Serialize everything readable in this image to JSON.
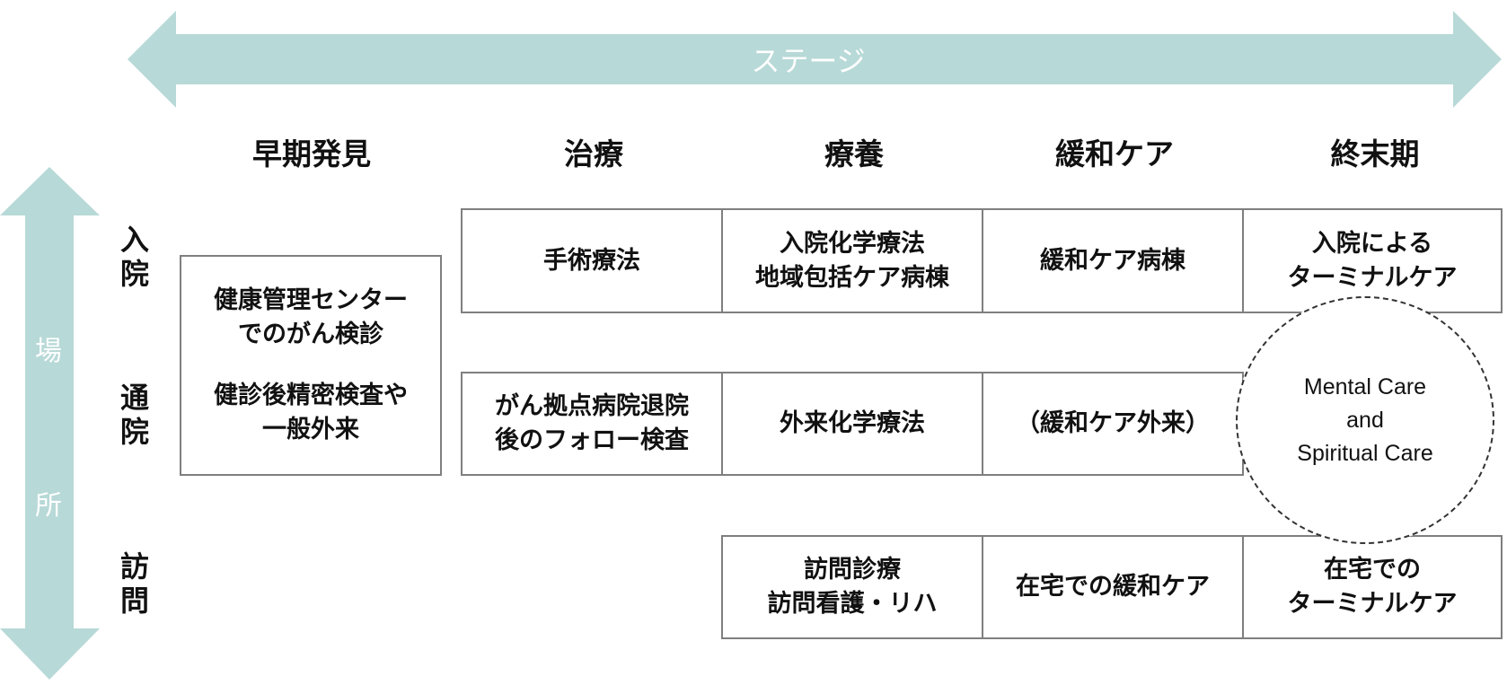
{
  "stage_axis": {
    "label": "ステージ",
    "color": "#b7d9d7"
  },
  "place_axis": {
    "label_part1": "場",
    "label_part2": "所",
    "color": "#b7d9d7"
  },
  "stages": [
    "早期発見",
    "治療",
    "療養",
    "緩和ケア",
    "終末期"
  ],
  "places": [
    "入\n院",
    "通\n院",
    "訪\n問"
  ],
  "early_detection_box": {
    "line1": "健康管理センター",
    "line2": "でのがん検診",
    "line3": "健診後精密検査や",
    "line4": "一般外来"
  },
  "inpatient_row": {
    "treatment": "手術療法",
    "recuperation_line1": "入院化学療法",
    "recuperation_line2": "地域包括ケア病棟",
    "palliative": "緩和ケア病棟",
    "terminal_line1": "入院による",
    "terminal_line2": "ターミナルケア"
  },
  "outpatient_row": {
    "treatment_line1": "がん拠点病院退院",
    "treatment_line2": "後のフォロー検査",
    "recuperation": "外来化学療法",
    "palliative": "（緩和ケア外来）"
  },
  "visit_row": {
    "recuperation_line1": "訪問診療",
    "recuperation_line2": "訪問看護・リハ",
    "palliative": "在宅での緩和ケア",
    "terminal_line1": "在宅での",
    "terminal_line2": "ターミナルケア"
  },
  "mental_care": {
    "line1": "Mental Care",
    "line2": "and",
    "line3": "Spiritual Care"
  },
  "colors": {
    "arrow": "#b7d9d7",
    "cell_border": "#7f7f7f",
    "text": "#111111"
  }
}
